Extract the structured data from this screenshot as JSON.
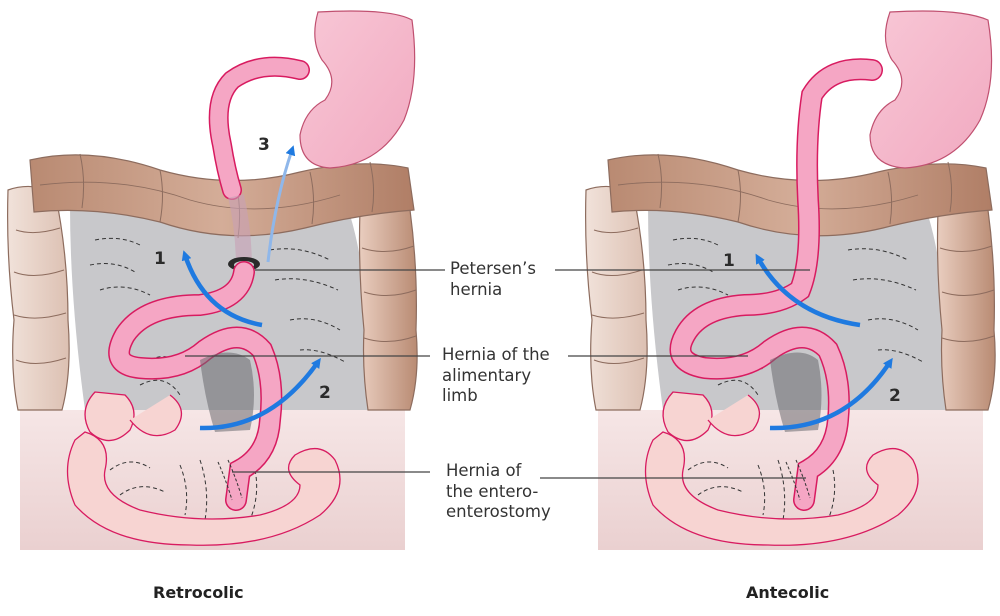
{
  "labels": {
    "petersen": "Petersen’s\nhernia",
    "alimentary": "Hernia of the\nalimentary\nlimb",
    "entero": "Hernia of\nthe entero-\nenterostomy"
  },
  "captions": {
    "left": "Retrocolic",
    "right": "Antecolic"
  },
  "arrow_numbers": {
    "one": "1",
    "two": "2",
    "three": "3"
  },
  "colors": {
    "colon": "#c89a82",
    "colon_light": "#e9d6cc",
    "mesentery": "#c9c9cc",
    "bowel": "#f3a0bf",
    "bowel_edge": "#d81b60",
    "small_bowel": "#f7d0cf",
    "pelvis": "#f3dede",
    "arrow": "#1f7ae0",
    "stomach": "#f6b9cc"
  },
  "icons": {
    "arrow": "blue-curved-arrow-icon",
    "leader": "leader-line"
  }
}
